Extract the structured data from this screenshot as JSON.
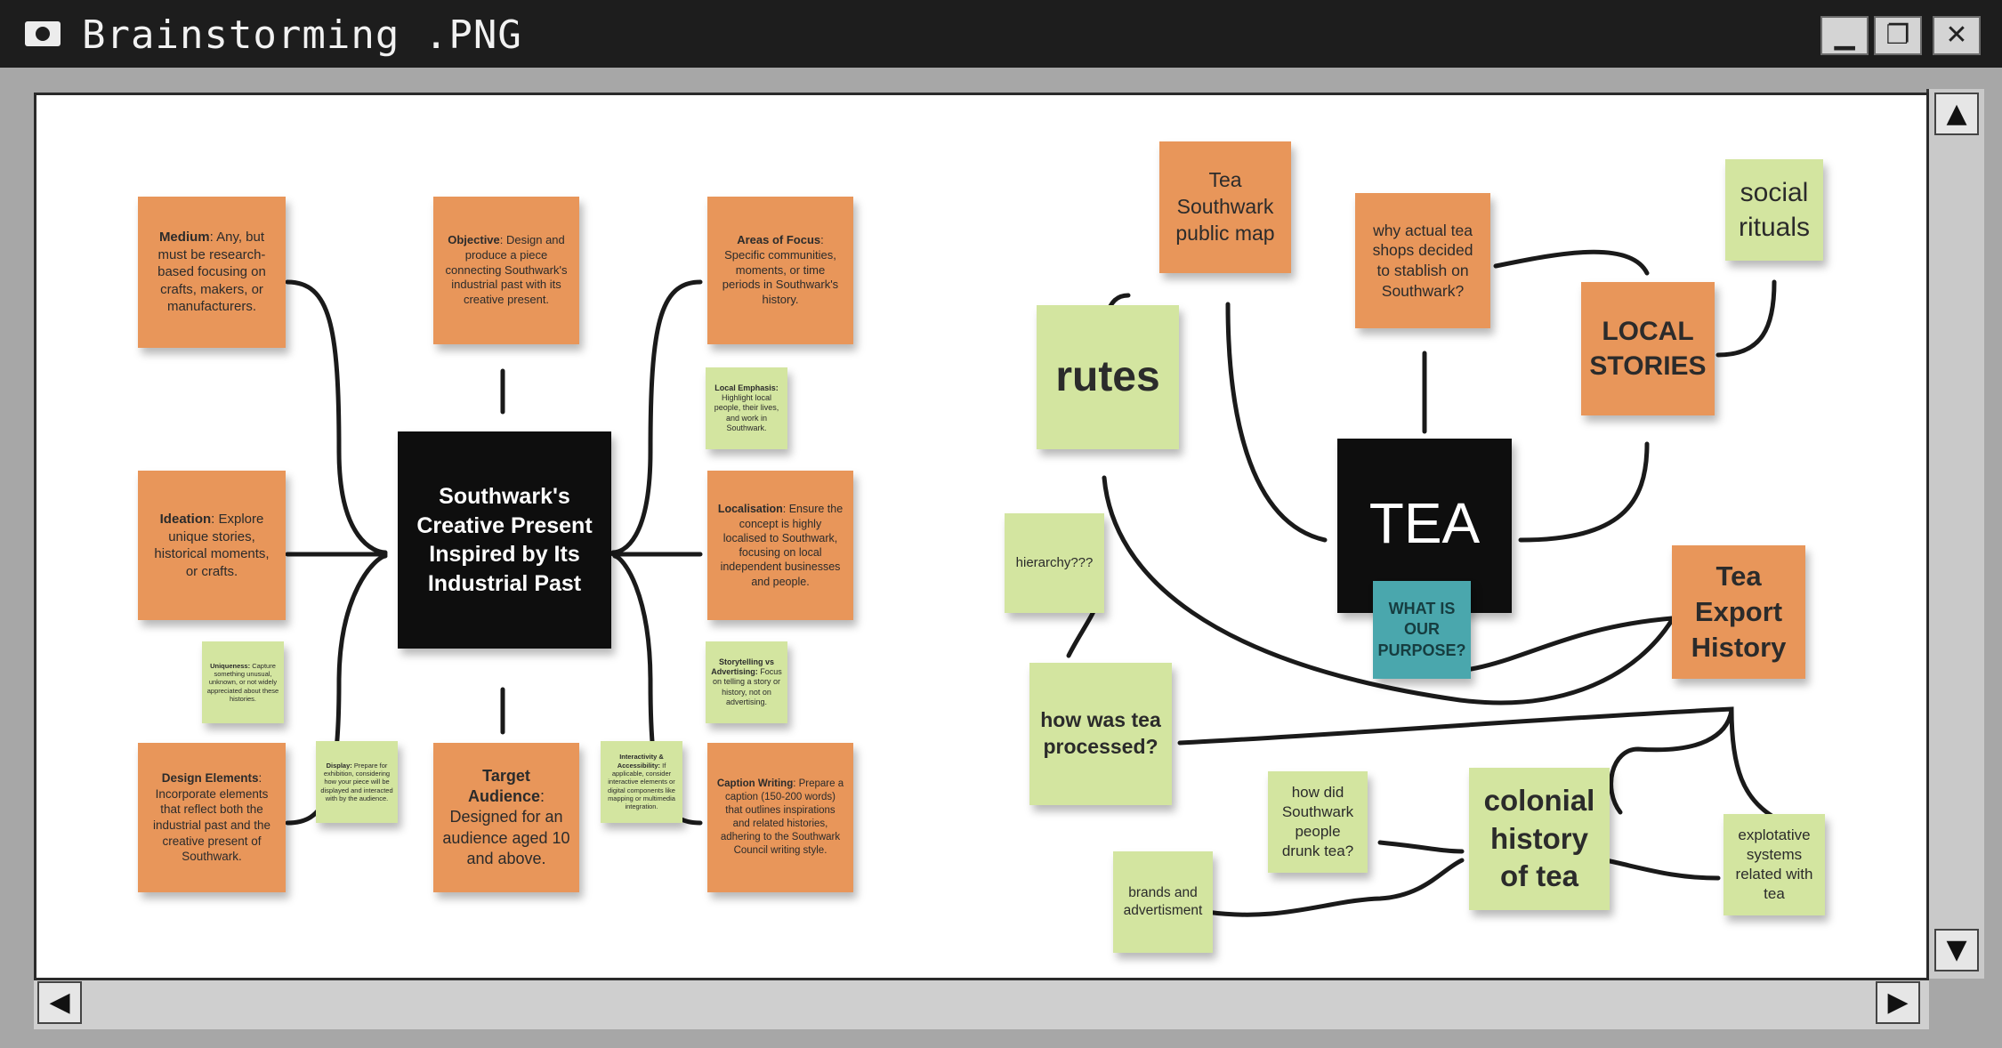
{
  "window": {
    "title": "Brainstorming .PNG",
    "min_label": "▁",
    "max_label": "❐",
    "close_label": "✕"
  },
  "scrollbars": {
    "up": "▲",
    "down": "▼",
    "left": "◀",
    "right": "▶"
  },
  "left_board": {
    "center": "Southwark's Creative Present Inspired by Its Industrial Past",
    "medium": {
      "label": "Medium",
      "text": ": Any, but must be research-based focusing on crafts, makers, or manufacturers."
    },
    "objective": {
      "label": "Objective",
      "text": ": Design and produce a piece connecting Southwark's industrial past with its creative present."
    },
    "areas": {
      "label": "Areas of Focus",
      "text": ": Specific communities, moments, or time periods in Southwark's history."
    },
    "local_emphasis": {
      "label": "Local Emphasis:",
      "text": " Highlight local people, their lives, and work in Southwark."
    },
    "ideation": {
      "label": "Ideation",
      "text": ": Explore unique stories, historical moments, or crafts."
    },
    "localisation": {
      "label": "Localisation",
      "text": ": Ensure the concept is highly localised to Southwark, focusing on local independent businesses and people."
    },
    "uniqueness": {
      "label": "Uniqueness:",
      "text": " Capture something unusual, unknown, or not widely appreciated about these histories."
    },
    "storytelling": {
      "label": "Storytelling vs Advertising:",
      "text": " Focus on telling a story or history, not on advertising."
    },
    "design_elements": {
      "label": "Design Elements",
      "text": ": Incorporate elements that reflect both the industrial past and the creative present of Southwark."
    },
    "display": {
      "label": "Display:",
      "text": " Prepare for exhibition, considering how your piece will be displayed and interacted with by the audience."
    },
    "target": {
      "label": "Target Audience",
      "text": ": Designed for an audience aged 10 and above."
    },
    "interactivity": {
      "label": "Interactivity & Accessibility:",
      "text": " If applicable, consider interactive elements or digital components like mapping or multimedia integration."
    },
    "caption": {
      "label": "Caption Writing",
      "text": ": Prepare a caption (150-200 words) that outlines inspirations and related histories, adhering to the Southwark Council writing style."
    }
  },
  "right_board": {
    "tea_map": "Tea Southwark public map",
    "why_shops": "why actual tea shops decided to stablish on Southwark?",
    "social": "social rituals",
    "rutes": "rutes",
    "local_stories": "LOCAL STORIES",
    "tea": "TEA",
    "purpose": "WHAT IS OUR PURPOSE?",
    "hierarchy": "hierarchy???",
    "export": "Tea Export History",
    "processed": "how was tea processed?",
    "drunk": "how did Southwark people drunk tea?",
    "colonial": "colonial history of tea",
    "exploitative": "explotative systems related with tea",
    "brands": "brands and advertisment"
  },
  "colors": {
    "orange": "#e8965a",
    "green": "#d3e5a0",
    "black": "#0e0e0e",
    "teal": "#4aa7ad"
  }
}
